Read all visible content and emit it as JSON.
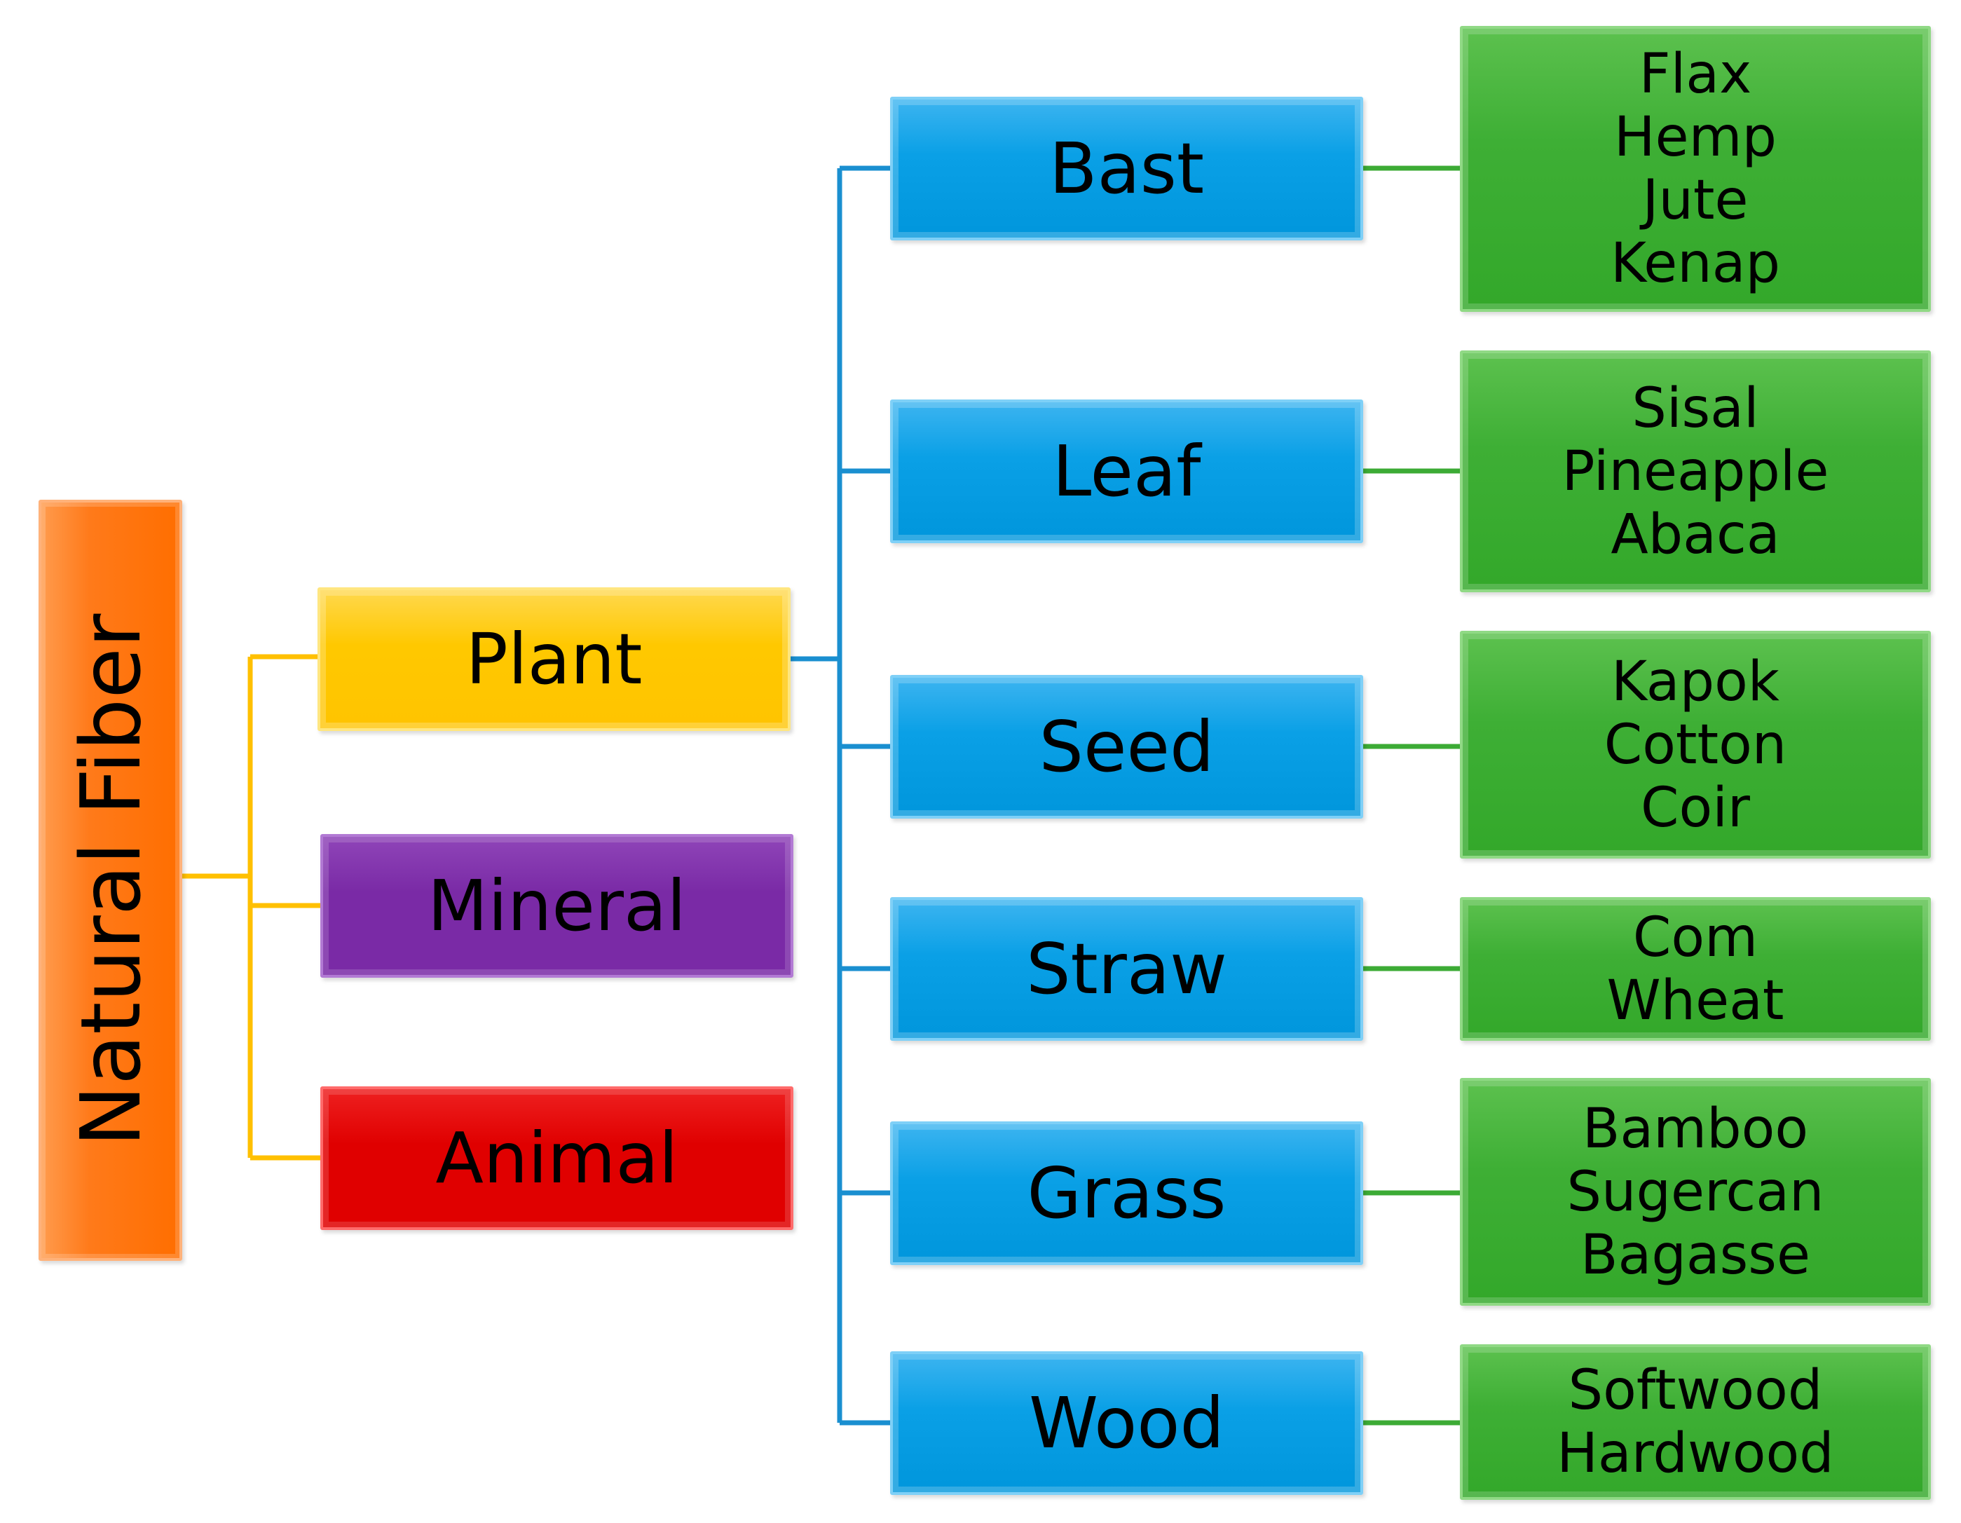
{
  "root": {
    "label": "Natural Fiber",
    "color": "#ff7a1a"
  },
  "categories": [
    {
      "label": "Plant",
      "color": "#ffc800"
    },
    {
      "label": "Mineral",
      "color": "#7a2aa6"
    },
    {
      "label": "Animal",
      "color": "#e00000"
    }
  ],
  "plant_types": [
    {
      "label": "Bast",
      "examples": [
        "Flax",
        "Hemp",
        "Jute",
        "Kenap"
      ]
    },
    {
      "label": "Leaf",
      "examples": [
        "Sisal",
        "Pineapple",
        "Abaca"
      ]
    },
    {
      "label": "Seed",
      "examples": [
        "Kapok",
        "Cotton",
        "Coir"
      ]
    },
    {
      "label": "Straw",
      "examples": [
        "Com",
        "Wheat"
      ]
    },
    {
      "label": "Grass",
      "examples": [
        "Bamboo",
        "Sugercan",
        "Bagasse"
      ]
    },
    {
      "label": "Wood",
      "examples": [
        "Softwood",
        "Hardwood"
      ]
    }
  ],
  "colors": {
    "connector_root": "#ffc000",
    "connector_plant": "#1a8fd0",
    "connector_example": "#3cab35",
    "plant_type_box": "#0aa0e6",
    "example_box": "#3eaf35"
  }
}
